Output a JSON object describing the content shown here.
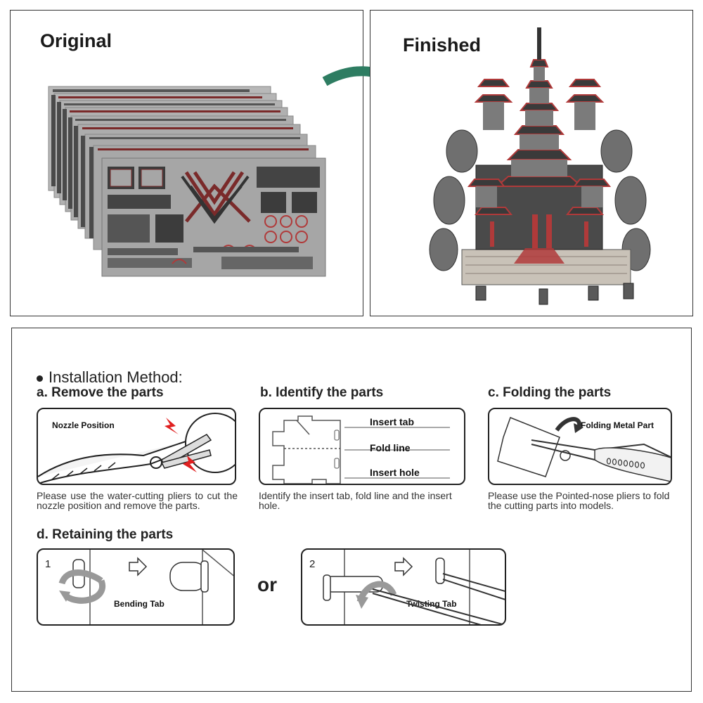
{
  "top": {
    "original_label": "Original",
    "finished_label": "Finished"
  },
  "installation": {
    "heading": "Installation Method:",
    "steps": {
      "a": {
        "title": "a. Remove the parts",
        "illustration_label": "Nozzle Position",
        "caption": "Please use the water-cutting pliers to cut the nozzle position and remove the parts."
      },
      "b": {
        "title": "b. Identify the parts",
        "labels": [
          "Insert tab",
          "Fold line",
          "Insert hole"
        ],
        "caption": "Identify the insert tab, fold line and the insert hole."
      },
      "c": {
        "title": "c. Folding the parts",
        "illustration_label": "Folding Metal Part",
        "caption": "Please use the Pointed-nose pliers to fold the cutting parts into models."
      },
      "d": {
        "title": "d. Retaining the parts",
        "option1_number": "1",
        "option1_label": "Bending Tab",
        "or_label": "or",
        "option2_number": "2",
        "option2_label": "Twisting Tab"
      }
    }
  },
  "colors": {
    "arrow_green": "#2e7d62",
    "metal_red": "#b03a3a",
    "metal_gray": "#8a8a8a"
  }
}
